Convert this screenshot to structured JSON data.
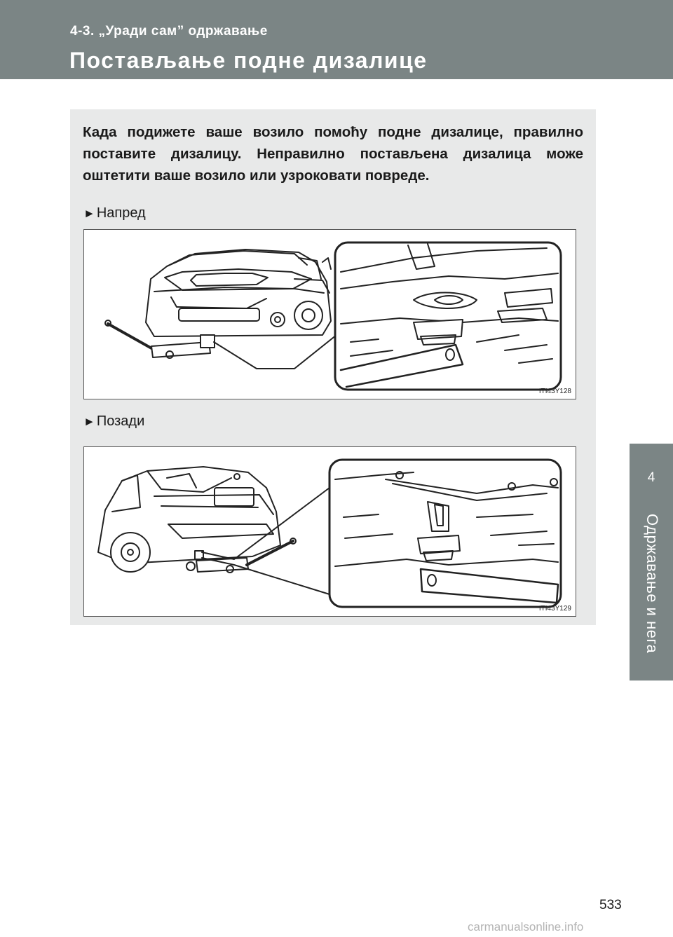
{
  "header": {
    "section": "4-3. „Уради сам” одржавање",
    "title": "Постављање подне дизалице"
  },
  "side_tab": {
    "chapter_number": "4",
    "chapter_name": "Одржавање и нега"
  },
  "content": {
    "intro": "Када подижете ваше возило помоћу подне дизалице, правилно поставите дизалицу. Неправилно постављена дизалица може оштетити ваше возило или узроковати повреде.",
    "front": {
      "label": "Напред",
      "figure_code": "ITI43Y128"
    },
    "rear": {
      "label": "Позади",
      "figure_code": "ITI43Y129"
    }
  },
  "page_number": "533",
  "watermark": "carmanualsonline.info",
  "colors": {
    "header_bg": "#7b8585",
    "panel_bg": "#e8e9e9"
  }
}
